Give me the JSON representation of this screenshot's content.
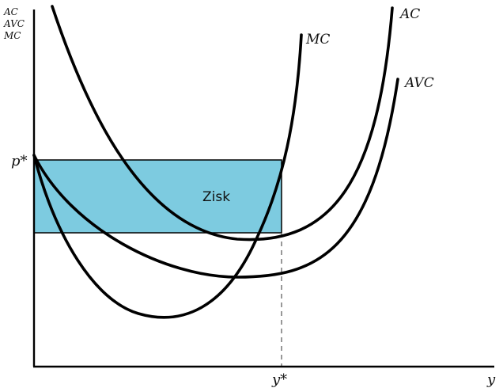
{
  "diagram": {
    "y_axis_labels": [
      "AC",
      "AVC",
      "MC"
    ],
    "x_axis_label": "y",
    "price_label": "p*",
    "quantity_label": "y*",
    "curves": [
      {
        "id": "mc",
        "label": "MC"
      },
      {
        "id": "ac",
        "label": "AC"
      },
      {
        "id": "avc",
        "label": "AVC"
      }
    ],
    "profit_region": {
      "label": "Zisk",
      "color": "#7dcbe0"
    }
  }
}
